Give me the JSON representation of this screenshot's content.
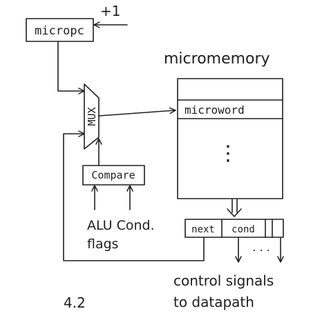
{
  "figure_number": "4.2",
  "blocks": {
    "micropc": "micropc",
    "increment": "+1",
    "mux": "MUX",
    "compare": "Compare",
    "micromemory_title": "micromemory",
    "microword": "microword",
    "ellipsis": "⋮",
    "alu_flags_line1": "ALU Cond.",
    "alu_flags_line2": "flags",
    "next": "next",
    "cond": "cond",
    "output_ellipsis": ". . .",
    "control_line1": "control signals",
    "control_line2": "to datapath"
  }
}
